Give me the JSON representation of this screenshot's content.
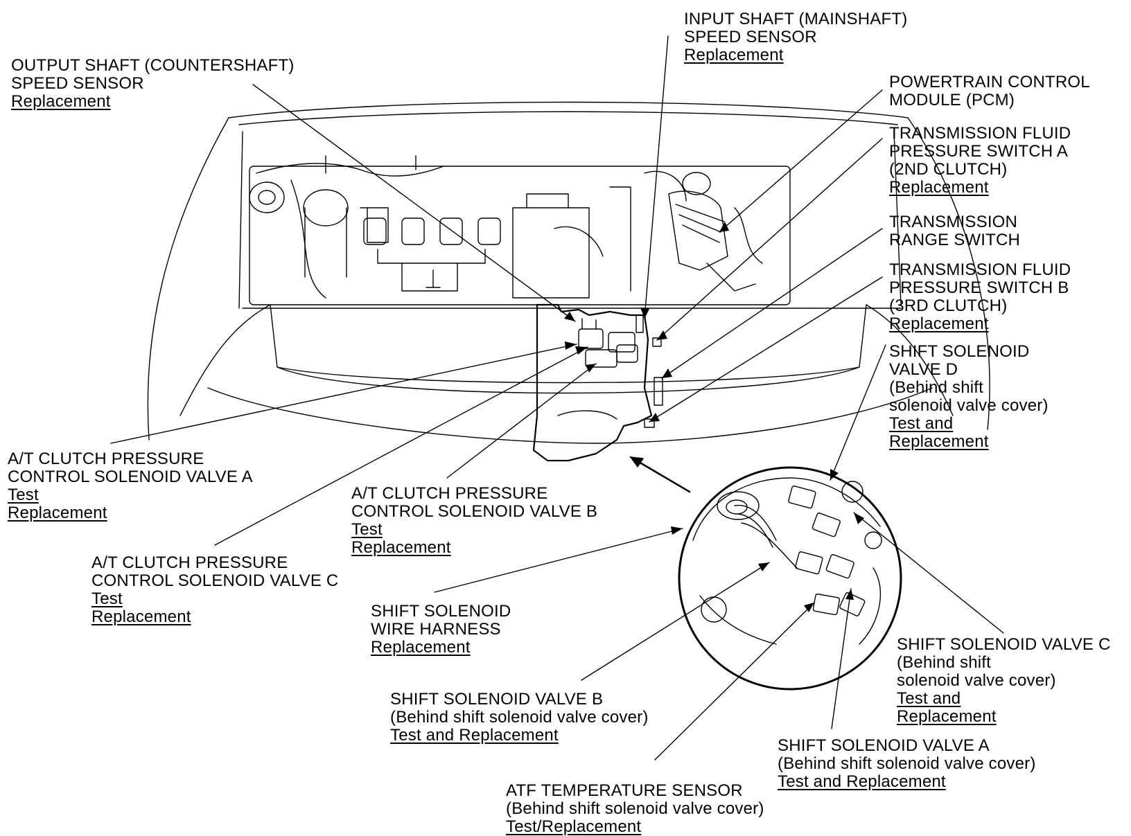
{
  "callouts": [
    {
      "id": "output-shaft-speed-sensor",
      "lines": [
        "OUTPUT SHAFT (COUNTERSHAFT)",
        "SPEED SENSOR"
      ],
      "links": [
        "Replacement"
      ]
    },
    {
      "id": "input-shaft-speed-sensor",
      "lines": [
        "INPUT SHAFT (MAINSHAFT)",
        "SPEED SENSOR"
      ],
      "links": [
        "Replacement"
      ]
    },
    {
      "id": "pcm",
      "lines": [
        "POWERTRAIN CONTROL",
        "MODULE (PCM)"
      ],
      "links": []
    },
    {
      "id": "fluid-pressure-switch-a",
      "lines": [
        "TRANSMISSION FLUID",
        "PRESSURE SWITCH A",
        "(2ND CLUTCH)"
      ],
      "links": [
        "Replacement"
      ]
    },
    {
      "id": "transmission-range-switch",
      "lines": [
        "TRANSMISSION",
        "RANGE SWITCH"
      ],
      "links": []
    },
    {
      "id": "fluid-pressure-switch-b",
      "lines": [
        "TRANSMISSION FLUID",
        "PRESSURE SWITCH B",
        "(3RD CLUTCH)"
      ],
      "links": [
        "Replacement"
      ]
    },
    {
      "id": "shift-solenoid-valve-d",
      "lines": [
        "SHIFT SOLENOID",
        "VALVE D",
        "(Behind shift",
        "solenoid valve cover)"
      ],
      "links": [
        "Test and",
        "Replacement"
      ]
    },
    {
      "id": "clutch-pressure-solenoid-a",
      "lines": [
        "A/T CLUTCH PRESSURE",
        "CONTROL SOLENOID VALVE A"
      ],
      "links": [
        "Test",
        "Replacement"
      ]
    },
    {
      "id": "clutch-pressure-solenoid-b",
      "lines": [
        "A/T CLUTCH PRESSURE",
        "CONTROL SOLENOID VALVE B"
      ],
      "links": [
        "Test",
        "Replacement"
      ]
    },
    {
      "id": "clutch-pressure-solenoid-c",
      "lines": [
        "A/T CLUTCH PRESSURE",
        "CONTROL SOLENOID VALVE C"
      ],
      "links": [
        "Test",
        "Replacement"
      ]
    },
    {
      "id": "shift-solenoid-wire-harness",
      "lines": [
        "SHIFT SOLENOID",
        "WIRE HARNESS"
      ],
      "links": [
        "Replacement"
      ]
    },
    {
      "id": "shift-solenoid-valve-c",
      "lines": [
        "SHIFT SOLENOID VALVE C",
        "(Behind shift",
        "solenoid valve cover)"
      ],
      "links": [
        "Test and",
        "Replacement"
      ]
    },
    {
      "id": "shift-solenoid-valve-b",
      "lines": [
        "SHIFT SOLENOID VALVE B",
        "(Behind shift solenoid valve cover)"
      ],
      "links": [
        "Test and Replacement"
      ]
    },
    {
      "id": "shift-solenoid-valve-a",
      "lines": [
        "SHIFT SOLENOID VALVE A",
        "(Behind shift solenoid valve cover)"
      ],
      "links": [
        "Test and Replacement"
      ]
    },
    {
      "id": "atf-temperature-sensor",
      "lines": [
        "ATF TEMPERATURE SENSOR",
        "(Behind shift solenoid valve cover)"
      ],
      "links": [
        "Test/Replacement"
      ]
    }
  ]
}
